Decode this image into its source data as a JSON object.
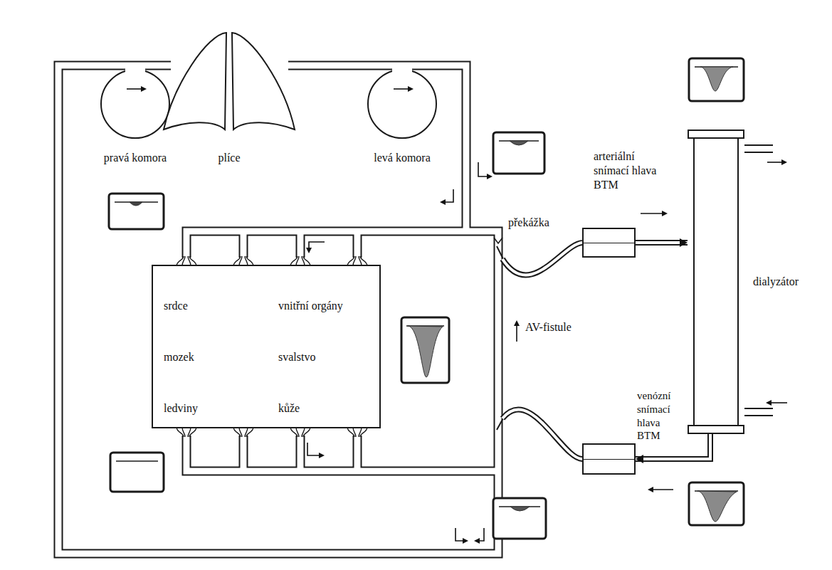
{
  "diagram": {
    "nodes": [
      {
        "text": [
          "srdce",
          "vnitřní orgány",
          "mozek",
          "svalstvo",
          "ledviny",
          "kůže"
        ]
      },
      {
        "text": [
          "arteriální snímací hlava BTM"
        ]
      },
      {
        "text": [
          "dialyzátor"
        ]
      },
      {
        "text": [
          "venózní snímací hlava BTM"
        ]
      }
    ],
    "edges": [
      {
        "from": 1,
        "to": 2,
        "arrow": "to"
      },
      {
        "from": 2,
        "to": 3,
        "arrow": "to"
      }
    ],
    "labels": [
      "pravá komora",
      "plíce",
      "levá komora",
      "překážka",
      "AV-fistule"
    ]
  }
}
